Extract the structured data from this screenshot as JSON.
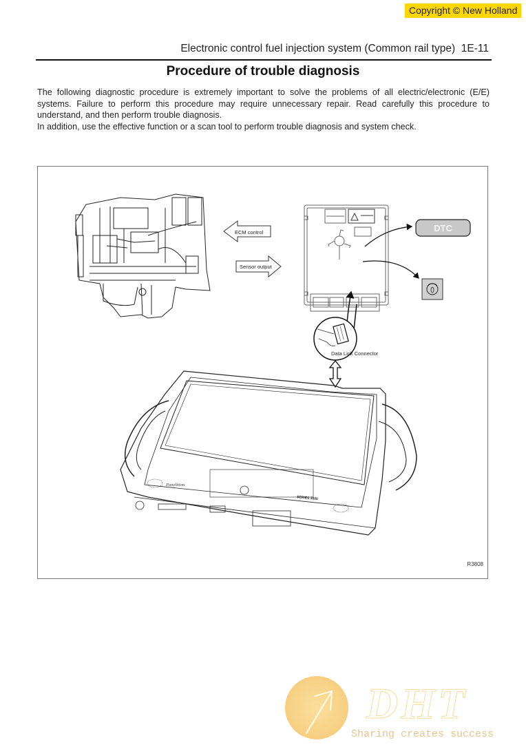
{
  "copyright_banner": "Copyright © New Holland",
  "header": {
    "section_title": "Electronic control fuel injection system (Common rail type)",
    "page_number": "1E-11"
  },
  "title": "Procedure of trouble diagnosis",
  "intro": {
    "paragraph_1": "The following diagnostic procedure is extremely important to solve the problems of all electric/electronic (E/E) systems. Failure to perform this procedure may require unnecessary repair. Read carefully this procedure to understand, and then perform trouble diagnosis.",
    "paragraph_2": "In addition, use the effective function or a scan tool to perform trouble diagnosis and system check."
  },
  "figure": {
    "labels": {
      "ecm_control": "ECM control",
      "sensor_output": "Sensor output",
      "dtc": "DTC",
      "data_link_connector": "Data Link Connector",
      "tablet_series": "SERIES 3000",
      "figure_id": "R3808"
    },
    "components": [
      "engine",
      "ecm",
      "dtc-display",
      "warning-lamp",
      "data-link-connector",
      "diagnostic-tablet"
    ],
    "colors": {
      "dtc_fill": "#c8c8c8",
      "lamp_fill": "#d0d0d0"
    }
  },
  "watermark": {
    "brand": "DHT",
    "tagline": "Sharing creates success",
    "color": "#f5c66a"
  }
}
